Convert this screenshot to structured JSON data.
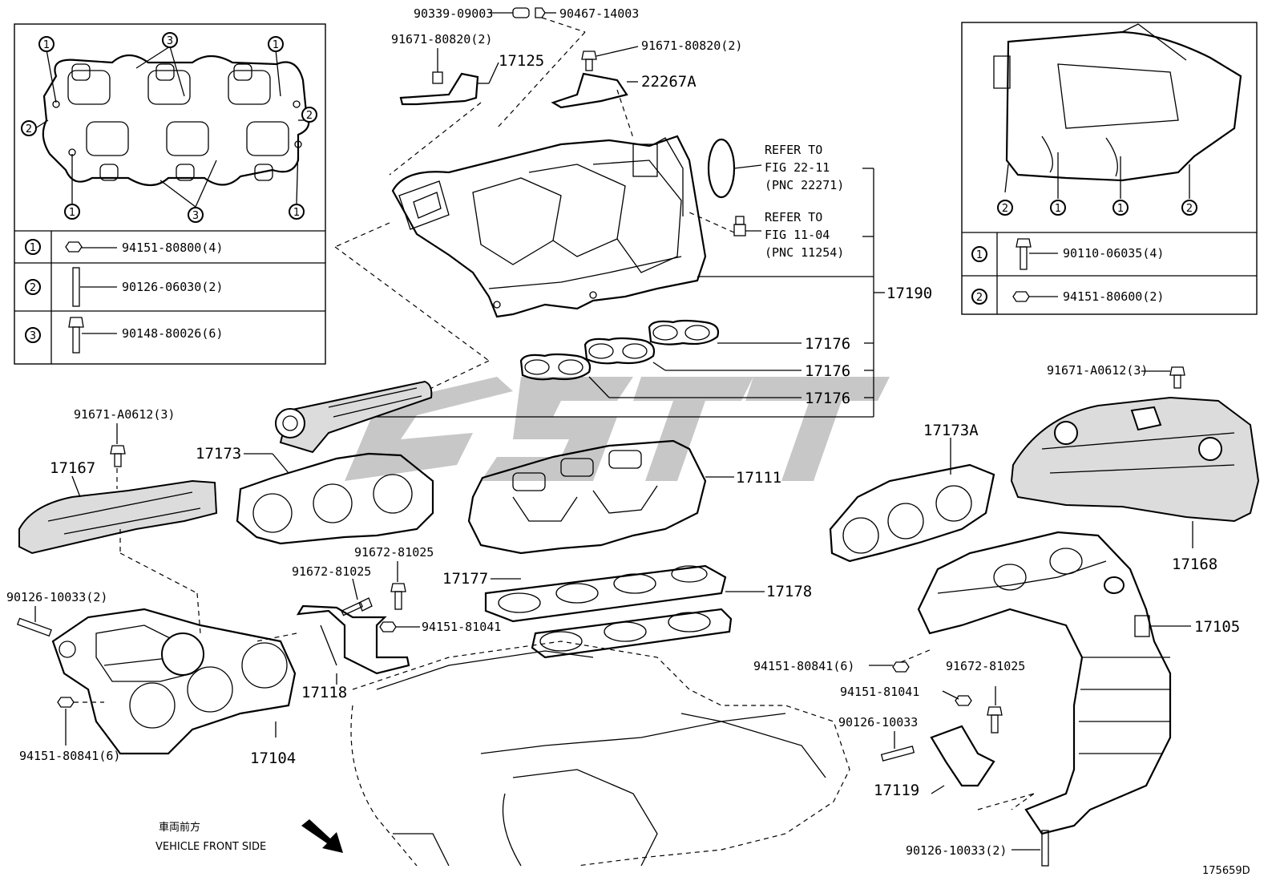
{
  "top_parts": {
    "p90339": "90339-09003",
    "p90467": "90467-14003",
    "p91671_80820_left": "91671-80820(2)",
    "p17125": "17125",
    "p91671_80820_right": "91671-80820(2)",
    "p22267a": "22267A"
  },
  "refer1": {
    "line1": "REFER TO",
    "line2": "FIG 22-11",
    "line3": "(PNC 22271)"
  },
  "refer2": {
    "line1": "REFER TO",
    "line2": "FIG 11-04",
    "line3": "(PNC 11254)"
  },
  "main_parts": {
    "p17190": "17190",
    "p17176_a": "17176",
    "p17176_b": "17176",
    "p17176_c": "17176",
    "p17111": "17111",
    "p17173": "17173",
    "p17173a": "17173A",
    "p17177": "17177",
    "p17178": "17178",
    "p17167": "17167",
    "p17168": "17168",
    "p17104": "17104",
    "p17105": "17105",
    "p17118": "17118",
    "p17119": "17119"
  },
  "fastener_parts": {
    "p91671_a0612_left": "91671-A0612(3)",
    "p91671_a0612_right": "91671-A0612(3)",
    "p90126_10033_left": "90126-10033(2)",
    "p94151_80841_left": "94151-80841(6)",
    "p91672_81025_a": "91672-81025",
    "p91672_81025_b": "91672-81025",
    "p94151_81041_left": "94151-81041",
    "p94151_80841_right": "94151-80841(6)",
    "p91672_81025_right": "91672-81025",
    "p94151_81041_right": "94151-81041",
    "p90126_10033_right": "90126-10033",
    "p90126_10033_bottom": "90126-10033(2)"
  },
  "left_inset": {
    "callouts": {
      "c1": "1",
      "c2": "2",
      "c3": "3"
    },
    "table": [
      {
        "num": "1",
        "part": "94151-80800(4)"
      },
      {
        "num": "2",
        "part": "90126-06030(2)"
      },
      {
        "num": "3",
        "part": "90148-80026(6)"
      }
    ]
  },
  "right_inset": {
    "callouts": {
      "c1": "1",
      "c2": "2"
    },
    "table": [
      {
        "num": "1",
        "part": "90110-06035(4)"
      },
      {
        "num": "2",
        "part": "94151-80600(2)"
      }
    ]
  },
  "front": {
    "jp": "車両前方",
    "en": "VEHICLE FRONT SIDE"
  },
  "figure_id": "175659D"
}
